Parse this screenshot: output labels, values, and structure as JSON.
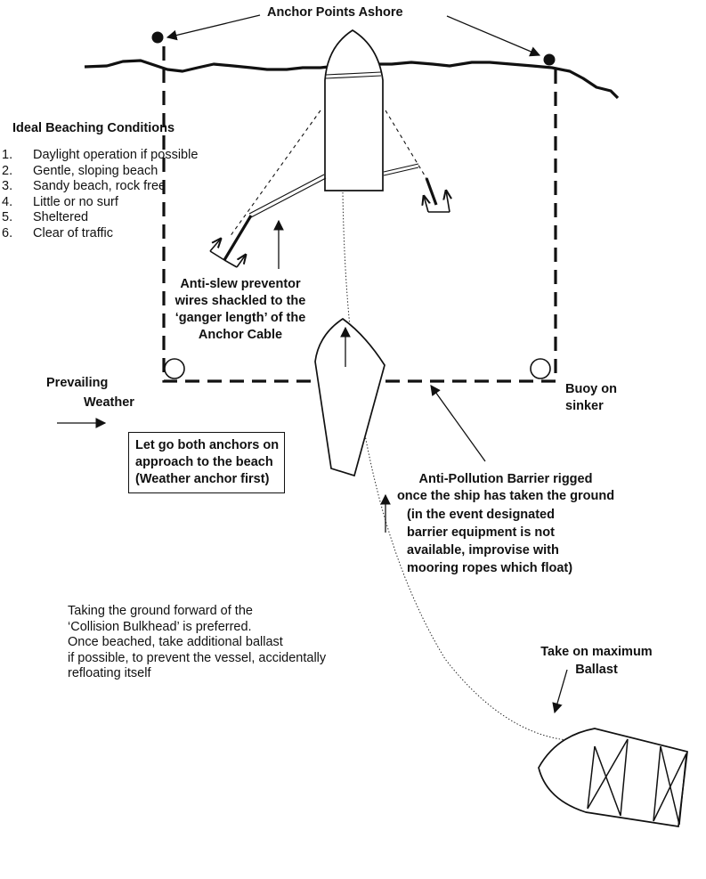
{
  "labels": {
    "anchor_points": "Anchor Points Ashore",
    "ideal_title": "Ideal Beaching Conditions",
    "anti_slew": [
      "Anti-slew preventor",
      "wires shackled to the",
      "‘ganger length’ of the",
      "Anchor Cable"
    ],
    "prevailing": [
      "Prevailing",
      "Weather"
    ],
    "let_go": [
      "Let go both anchors on",
      "approach to the beach",
      "(Weather anchor first)"
    ],
    "buoy": [
      "Buoy on",
      "sinker"
    ],
    "anti_pollution": [
      "Anti-Pollution Barrier rigged",
      "once the ship has taken the ground"
    ],
    "barrier_note": [
      "(in the event designated",
      "barrier equipment is not",
      "available, improvise with",
      "mooring ropes which float)"
    ],
    "taking_ground": [
      "Taking the ground forward of the",
      "‘Collision Bulkhead’ is preferred.",
      "Once beached, take additional ballast",
      "if possible, to prevent the vessel, accidentally",
      "refloating itself"
    ],
    "take_ballast": [
      "Take on maximum",
      "Ballast"
    ]
  },
  "conditions": [
    {
      "num": "1.",
      "text": "Daylight operation if possible"
    },
    {
      "num": "2.",
      "text": "Gentle, sloping beach"
    },
    {
      "num": "3.",
      "text": "Sandy beach, rock free"
    },
    {
      "num": "4.",
      "text": "Little or no surf"
    },
    {
      "num": "5.",
      "text": "Sheltered"
    },
    {
      "num": "6.",
      "text": "Clear of traffic"
    }
  ]
}
